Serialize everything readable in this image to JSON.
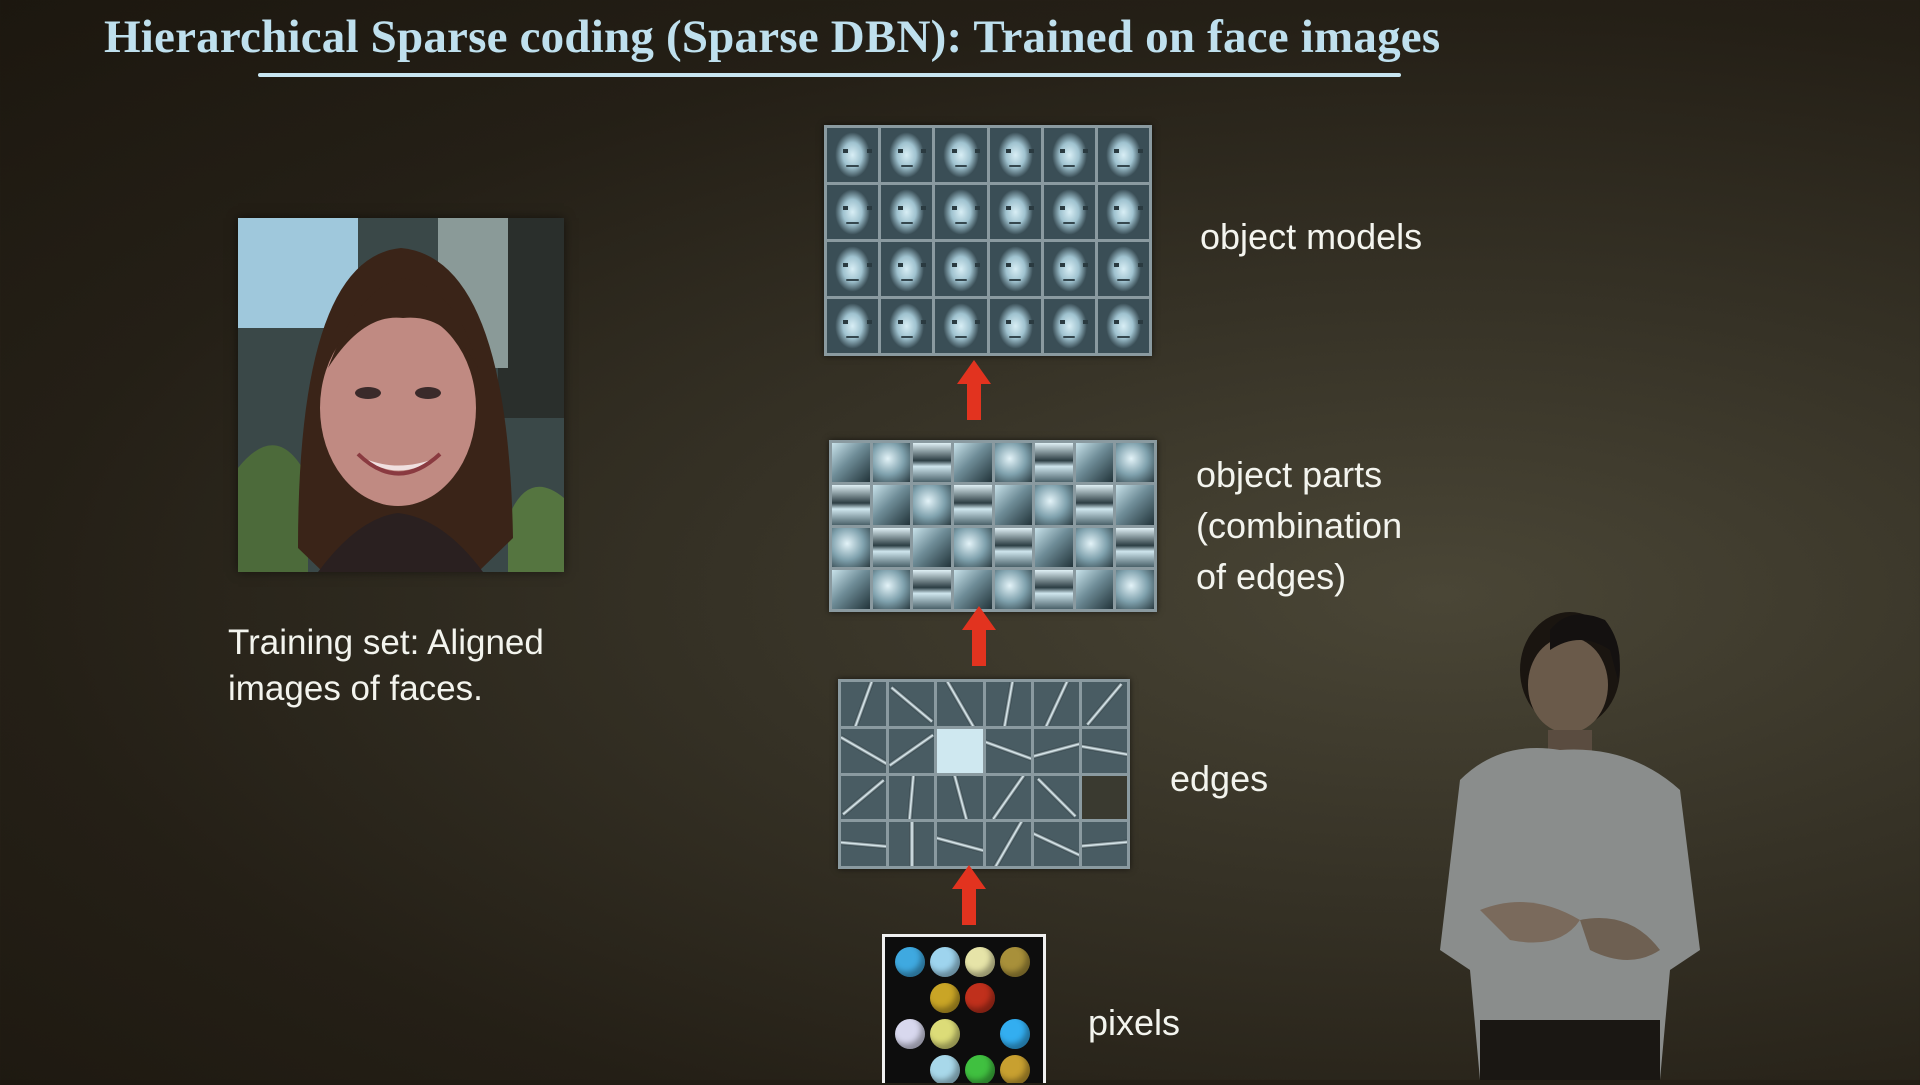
{
  "slide": {
    "title": "Hierarchical Sparse coding (Sparse DBN): Trained on face images",
    "caption_line1": "Training set: Aligned",
    "caption_line2": "images of faces.",
    "layers": {
      "object_models": "object models",
      "object_parts_line1": "object parts",
      "object_parts_line2": "(combination",
      "object_parts_line3": "of edges)",
      "edges": "edges",
      "pixels": "pixels"
    }
  },
  "colors": {
    "title": "#bfe0ee",
    "text": "#f3f4ee",
    "arrow": "#e2331f",
    "pixel_dots": [
      "#3fa9e0",
      "#9ed4ee",
      "#e6e4a8",
      "#a8903a",
      "#c9a526",
      "#c0301c",
      "#d8d8ee",
      "#dcdc78",
      "#33aef0",
      "#a8d8ea",
      "#40c040",
      "#c8a030"
    ]
  }
}
